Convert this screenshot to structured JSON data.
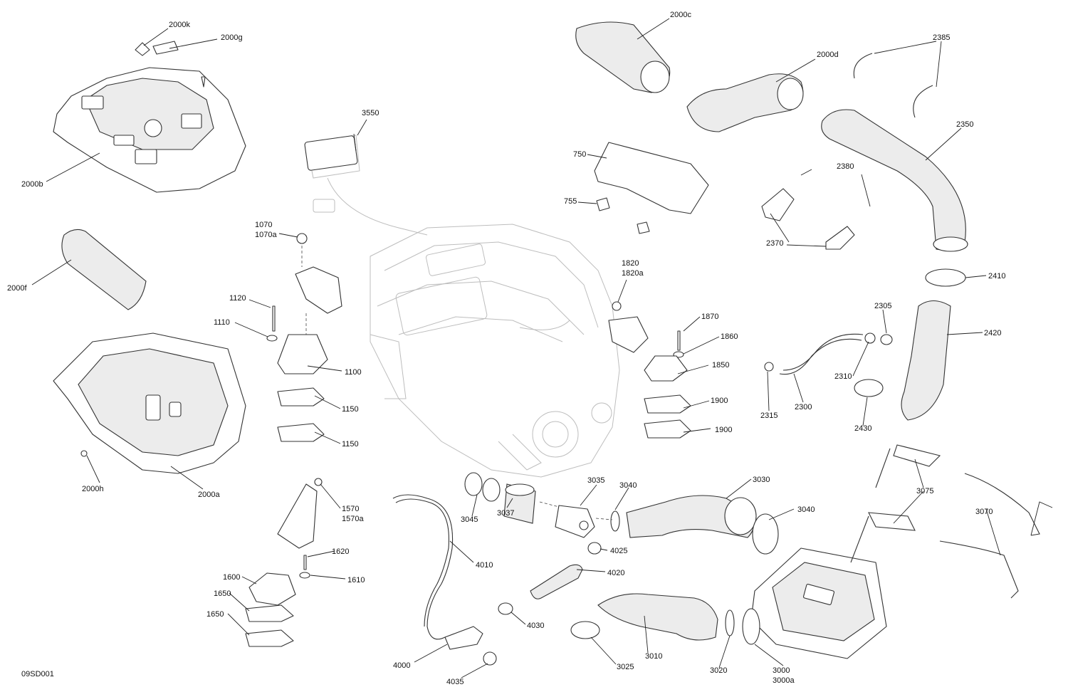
{
  "diagram_id": "09SD001",
  "callouts": {
    "c_2000k": "2000k",
    "c_2000g": "2000g",
    "c_2000b": "2000b",
    "c_2000f": "2000f",
    "c_2000h": "2000h",
    "c_2000a": "2000a",
    "c_2000c": "2000c",
    "c_2000d": "2000d",
    "c_3550": "3550",
    "c_750": "750",
    "c_755": "755",
    "c_1070": "1070",
    "c_1070a": "1070a",
    "c_1120": "1120",
    "c_1110": "1110",
    "c_1100": "1100",
    "c_1150a": "1150",
    "c_1150b": "1150",
    "c_1820": "1820",
    "c_1820a": "1820a",
    "c_1870": "1870",
    "c_1860": "1860",
    "c_1850": "1850",
    "c_1900a": "1900",
    "c_1900b": "1900",
    "c_2385": "2385",
    "c_2350": "2350",
    "c_2380": "2380",
    "c_2370": "2370",
    "c_2410": "2410",
    "c_2305": "2305",
    "c_2420": "2420",
    "c_2310": "2310",
    "c_2315": "2315",
    "c_2300": "2300",
    "c_2430": "2430",
    "c_1570": "1570",
    "c_1570a": "1570a",
    "c_1620": "1620",
    "c_1600": "1600",
    "c_1610": "1610",
    "c_1650a": "1650",
    "c_1650b": "1650",
    "c_3035": "3035",
    "c_3040a": "3040",
    "c_3030": "3030",
    "c_3040b": "3040",
    "c_3045": "3045",
    "c_3037": "3037",
    "c_4025": "4025",
    "c_4010": "4010",
    "c_4020": "4020",
    "c_4030": "4030",
    "c_4000": "4000",
    "c_4035": "4035",
    "c_3025": "3025",
    "c_3010": "3010",
    "c_3020": "3020",
    "c_3000": "3000",
    "c_3000a": "3000a",
    "c_3075": "3075",
    "c_3070": "3070"
  }
}
